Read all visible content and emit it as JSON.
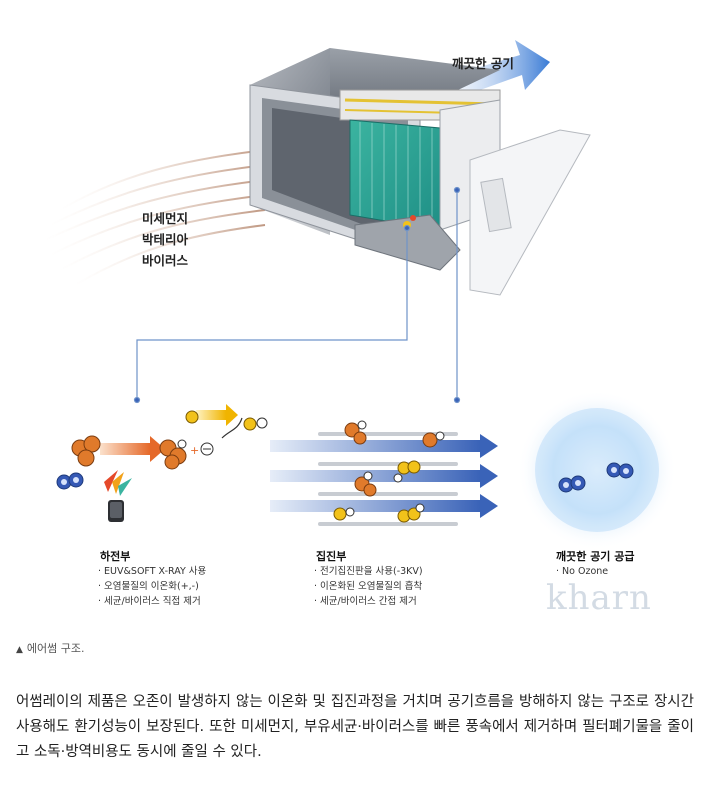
{
  "figure": {
    "clean_air_label": "깨끗한 공기",
    "input_label_lines": [
      "미세먼지",
      "박테리아",
      "바이러스"
    ],
    "sections": [
      {
        "title": "하전부",
        "items": [
          "EUV&SOFT X-RAY 사용",
          "오염물질의 이온화(+,-)",
          "세균/바이러스 직접 제거"
        ]
      },
      {
        "title": "집진부",
        "items": [
          "전기집진판을 사용(-3KV)",
          "이온화된 오염물질의 흡착",
          "세균/바이러스 간접 제거"
        ]
      },
      {
        "title": "깨끗한 공기 공급",
        "items": [
          "No Ozone"
        ]
      }
    ],
    "watermark": "kharn",
    "colors": {
      "arrow_blue": "#3a63b8",
      "orange_particle": "#e07a2b",
      "yellow_particle": "#f2c21a",
      "blue_particle": "#3559b5",
      "leader_line": "#6f93c9"
    }
  },
  "caption": "에어썸 구조.",
  "paragraph": "어썸레이의 제품은 오존이 발생하지 않는 이온화 및 집진과정을 거치며 공기흐름을 방해하지 않는 구조로 장시간 사용해도 환기성능이 보장된다. 또한 미세먼지, 부유세균·바이러스를 빠른 풍속에서 제거하며 필터폐기물을 줄이고 소독·방역비용도 동시에 줄일 수 있다."
}
